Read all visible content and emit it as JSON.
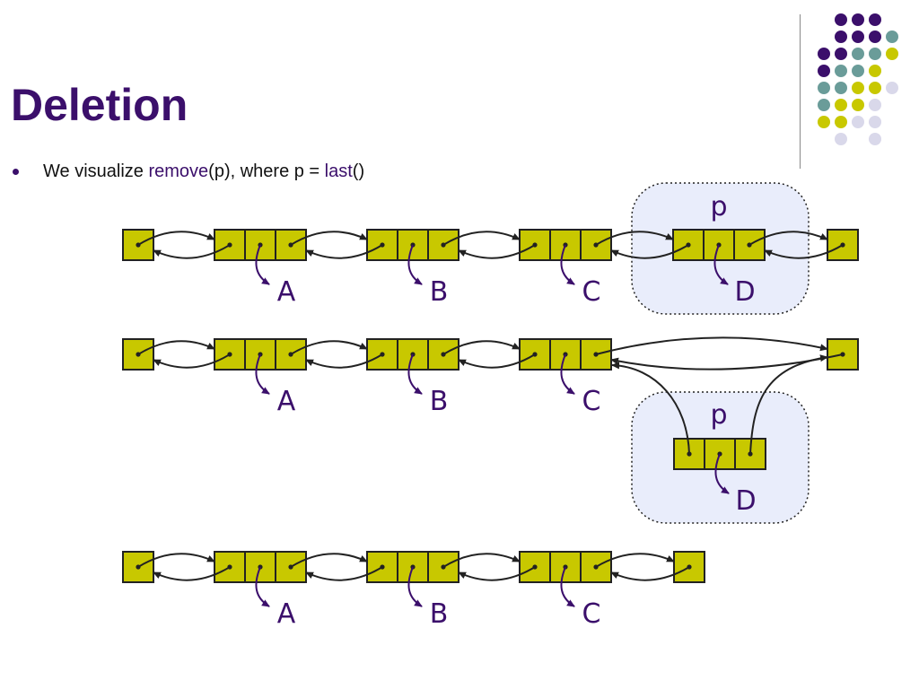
{
  "slide": {
    "title": "Deletion",
    "bullet": {
      "prefix": "We visualize ",
      "fn1": "remove",
      "mid": "(p), where p = ",
      "fn2": "last",
      "suffix": "()"
    }
  },
  "diagram": {
    "element_labels": [
      "A",
      "B",
      "C",
      "D"
    ],
    "position_label": "p",
    "colors": {
      "node_fill": "#c8c800",
      "stroke": "#222222",
      "label": "#3b0f6b",
      "highlight_fill": "#e9edfb"
    }
  },
  "decor": {
    "dot_colors": {
      "purple": "#3b0f6b",
      "teal": "#6a9c99",
      "yellow": "#c8c800",
      "lavender": "#d9d8ea"
    }
  }
}
